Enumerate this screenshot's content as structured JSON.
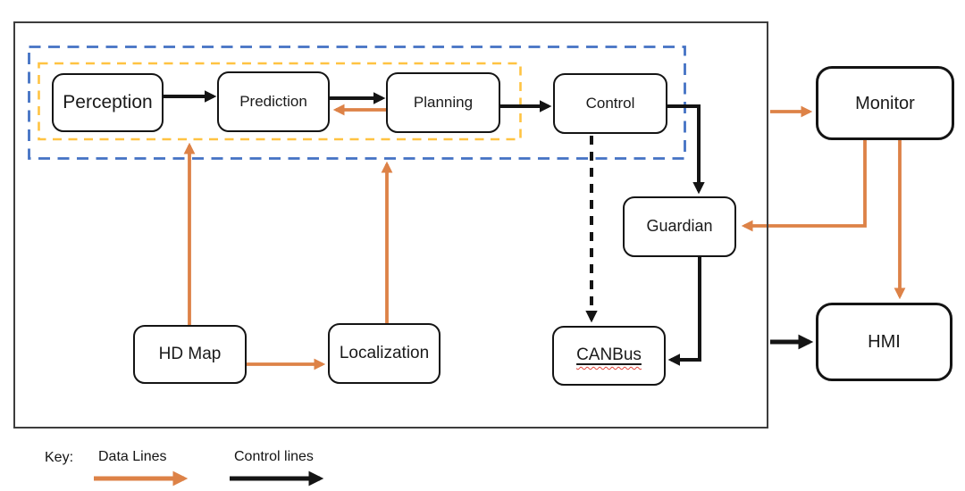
{
  "diagram": {
    "nodes": {
      "perception": {
        "label": "Perception"
      },
      "prediction": {
        "label": "Prediction"
      },
      "planning": {
        "label": "Planning"
      },
      "control": {
        "label": "Control"
      },
      "guardian": {
        "label": "Guardian"
      },
      "canbus": {
        "label": "CANBus"
      },
      "hdmap": {
        "label": "HD Map"
      },
      "localization": {
        "label": "Localization"
      },
      "monitor": {
        "label": "Monitor"
      },
      "hmi": {
        "label": "HMI"
      }
    },
    "edges": [
      {
        "from": "Perception",
        "to": "Prediction",
        "line": "control-solid"
      },
      {
        "from": "Prediction",
        "to": "Planning",
        "line": "control-solid"
      },
      {
        "from": "Planning",
        "to": "Control",
        "line": "control-solid"
      },
      {
        "from": "Planning",
        "to": "Prediction",
        "line": "data"
      },
      {
        "from": "Control",
        "to": "Guardian",
        "line": "control-solid"
      },
      {
        "from": "Control",
        "to": "CANBus",
        "line": "control-dashed"
      },
      {
        "from": "Guardian",
        "to": "CANBus",
        "line": "control-solid"
      },
      {
        "from": "HD Map",
        "to": "Perception/Prediction group",
        "line": "data"
      },
      {
        "from": "HD Map",
        "to": "Localization",
        "line": "data"
      },
      {
        "from": "Localization",
        "to": "Autonomy group (Planning)",
        "line": "data"
      },
      {
        "from": "System boundary",
        "to": "Monitor",
        "line": "data"
      },
      {
        "from": "Monitor",
        "to": "Guardian",
        "line": "data"
      },
      {
        "from": "Monitor",
        "to": "HMI",
        "line": "data"
      },
      {
        "from": "System boundary",
        "to": "HMI",
        "line": "control-solid"
      }
    ],
    "key": {
      "title": "Key:",
      "data_lines_label": "Data Lines",
      "control_lines_label": "Control lines"
    },
    "colors": {
      "data_line": "#DD8247",
      "control_line": "#141414",
      "outer_group_border": "#4472C4",
      "inner_group_border": "#FFC342",
      "node_border": "#141414",
      "spellcheck_underline": "#E0443A"
    }
  }
}
